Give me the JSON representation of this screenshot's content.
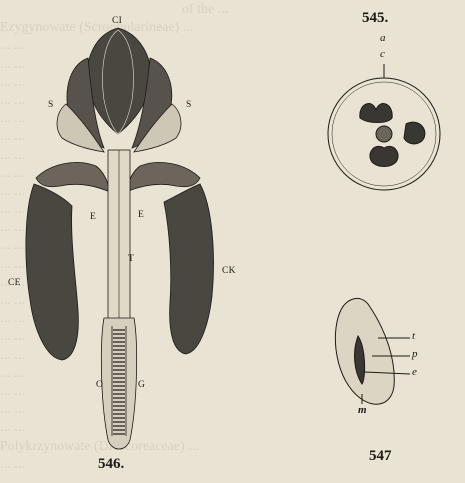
{
  "background_text": [
    "of the ... ",
    "Ezygynowate (Scrophularineae) ...",
    "... ...",
    "... ...",
    "... ...",
    "... ...",
    "... ...",
    "... ...",
    "... ...",
    "... ...",
    "... ...",
    "... ...",
    "... ...",
    "... ...",
    "... ...",
    "... ...",
    "... ...",
    "... ...",
    "... ...",
    "... ...",
    "... ...",
    "... ...",
    "... ...",
    "... ...",
    "Polykrzynowate (Dioscoreaceae) ...",
    "... ..."
  ],
  "figures": {
    "fig545": {
      "number": "545.",
      "label_top": "a",
      "label_sub": "c"
    },
    "fig546": {
      "number": "546.",
      "labels": {
        "ci": "CI",
        "s_left": "S",
        "s_right": "S",
        "e_left": "E",
        "e_right": "E",
        "t": "T",
        "ce": "CE",
        "ck": "CK",
        "o": "O",
        "g": "G"
      }
    },
    "fig547": {
      "number": "547",
      "labels": {
        "t": "t",
        "p": "p",
        "e": "e",
        "m": "m"
      }
    }
  },
  "colors": {
    "paper": "#e9e3d3",
    "ink": "#1d1a17",
    "bleed": "#c9c1b0"
  }
}
